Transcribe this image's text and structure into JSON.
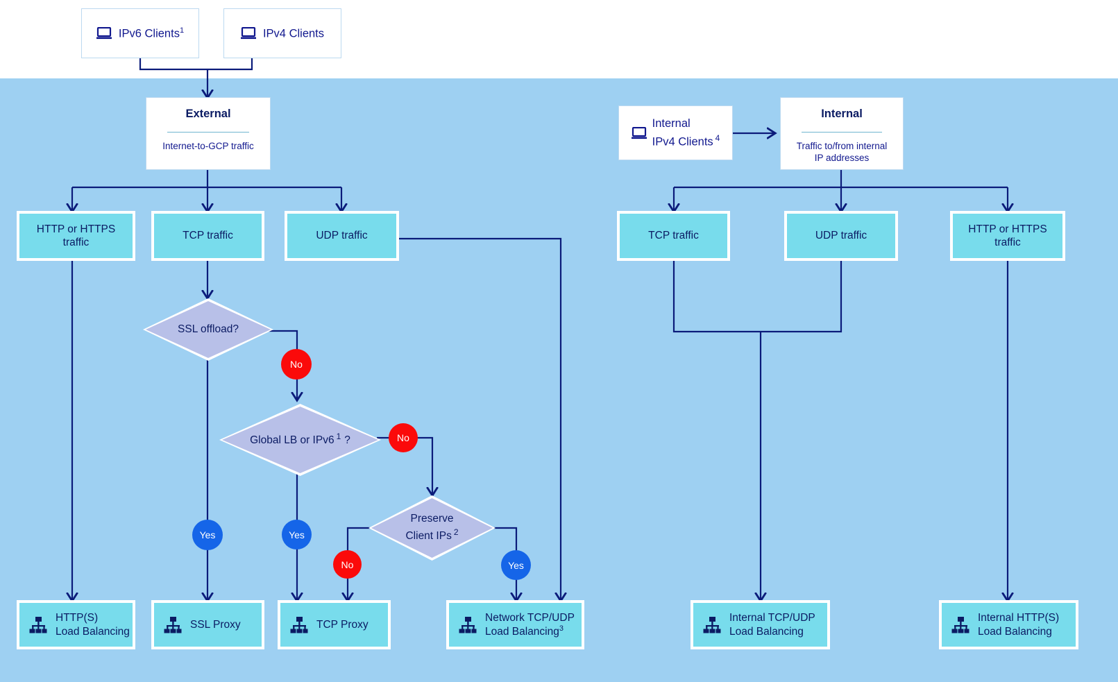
{
  "diagram": {
    "title": "Google Cloud Load Balancing decision tree",
    "colors": {
      "background_blue": "#9ed0f2",
      "traffic_box": "#78dcec",
      "decision_diamond": "#b8c0e8",
      "no_badge": "#fb0a0a",
      "yes_badge": "#1565e8",
      "line": "#0b1b7a",
      "text": "#0b1b63"
    }
  },
  "clients": [
    {
      "label": "IPv6 Clients",
      "superscript": "1",
      "icon": "laptop-icon"
    },
    {
      "label": "IPv4 Clients",
      "superscript": "",
      "icon": "laptop-icon"
    }
  ],
  "internal_client": {
    "line1": "Internal",
    "line2": "IPv4 Clients",
    "superscript": "4",
    "icon": "laptop-icon"
  },
  "scopes": [
    {
      "title": "External",
      "subtitle": "Internet-to-GCP traffic"
    },
    {
      "title": "Internal",
      "subtitle": "Traffic to/from internal\nIP addresses"
    }
  ],
  "external_traffic": [
    {
      "label": "HTTP or HTTPS\ntraffic"
    },
    {
      "label": "TCP traffic"
    },
    {
      "label": "UDP traffic"
    }
  ],
  "internal_traffic": [
    {
      "label": "TCP traffic"
    },
    {
      "label": "UDP traffic"
    },
    {
      "label": "HTTP or HTTPS\ntraffic"
    }
  ],
  "decisions": [
    {
      "label": "SSL offload?",
      "superscript": ""
    },
    {
      "label": "Global LB or IPv6",
      "superscript": "1",
      "suffix": "?"
    },
    {
      "label": "Preserve\nClient IPs",
      "superscript": "2"
    }
  ],
  "badges": [
    {
      "text": "No",
      "kind": "no"
    },
    {
      "text": "No",
      "kind": "no"
    },
    {
      "text": "No",
      "kind": "no"
    },
    {
      "text": "Yes",
      "kind": "yes"
    },
    {
      "text": "Yes",
      "kind": "yes"
    },
    {
      "text": "Yes",
      "kind": "yes"
    }
  ],
  "products": [
    {
      "label": "HTTP(S)\nLoad Balancing",
      "superscript": "",
      "icon": "load-balancer-icon"
    },
    {
      "label": "SSL Proxy",
      "superscript": "",
      "icon": "load-balancer-icon"
    },
    {
      "label": "TCP Proxy",
      "superscript": "",
      "icon": "load-balancer-icon"
    },
    {
      "label": "Network TCP/UDP\nLoad Balancing",
      "superscript": "3",
      "icon": "load-balancer-icon"
    },
    {
      "label": "Internal TCP/UDP\nLoad Balancing",
      "superscript": "",
      "icon": "load-balancer-icon"
    },
    {
      "label": "Internal HTTP(S)\nLoad Balancing",
      "superscript": "",
      "icon": "load-balancer-icon"
    }
  ]
}
